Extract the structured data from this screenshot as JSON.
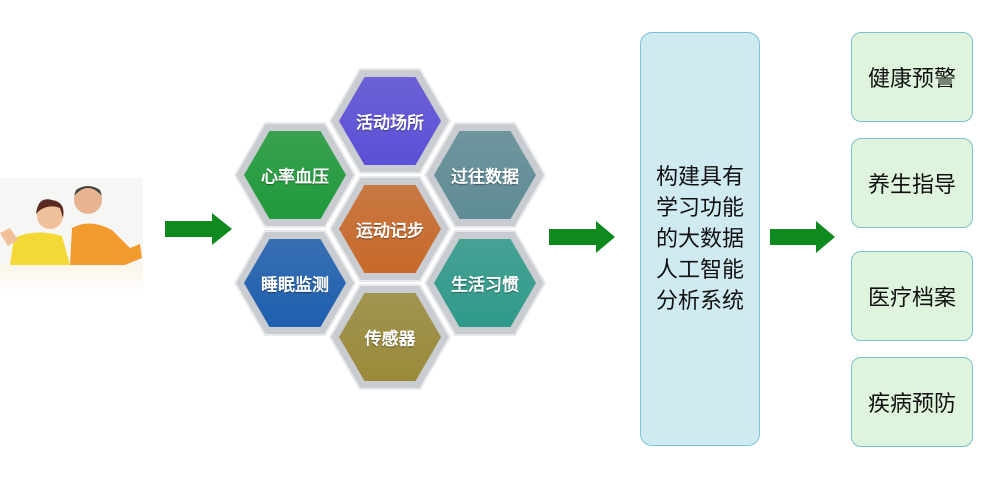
{
  "input": {
    "photo": "elderly-couple-photo"
  },
  "sources": [
    {
      "label": "活动场所",
      "color": "#5b4fd6"
    },
    {
      "label": "心率血压",
      "color": "#1f9a3a"
    },
    {
      "label": "过往数据",
      "color": "#5f8c95"
    },
    {
      "label": "运动记步",
      "color": "#c8692a"
    },
    {
      "label": "睡眠监测",
      "color": "#1e5fae"
    },
    {
      "label": "生活习惯",
      "color": "#2f9a8a"
    },
    {
      "label": "传感器",
      "color": "#9a8a3a"
    }
  ],
  "system": {
    "lines": [
      "构建具有",
      "学习功能",
      "的大数据",
      "人工智能",
      "分析系统"
    ]
  },
  "outputs": [
    "健康预警",
    "养生指导",
    "医疗档案",
    "疾病预防"
  ],
  "colors": {
    "arrow": "#0e8a1e"
  }
}
